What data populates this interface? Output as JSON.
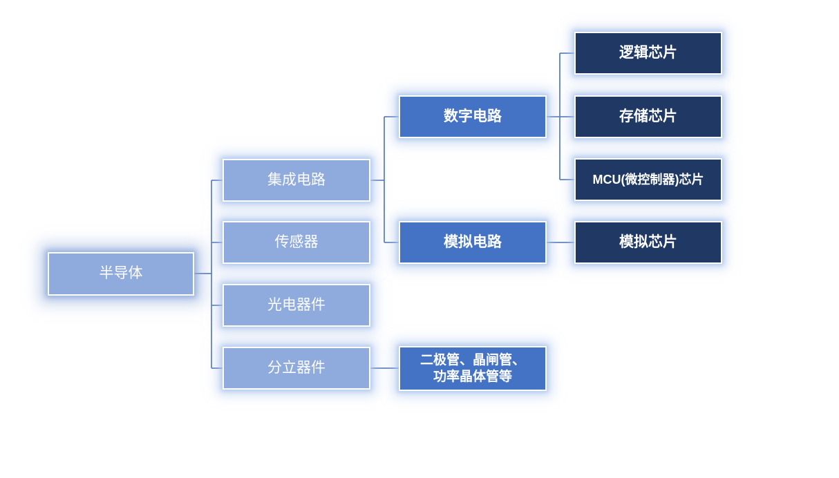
{
  "diagram": {
    "type": "hierarchy-tree",
    "orientation": "left-to-right",
    "background_color": "#FFFFFF",
    "colors": {
      "level1_fill": "#8FAADC",
      "level2_fill": "#8FAADC",
      "level3_fill": "#4472C4",
      "level4_fill": "#1F3864",
      "box_border": "#FFFFFF",
      "box_text": "#FFFFFF",
      "connector_line": "#5B7FBE",
      "glow": "#AEC6ED"
    },
    "nodes": {
      "root": {
        "label": "半导体",
        "level": 1
      },
      "ic": {
        "label": "集成电路",
        "level": 2
      },
      "sensor": {
        "label": "传感器",
        "level": 2
      },
      "opto": {
        "label": "光电器件",
        "level": 2
      },
      "discrete": {
        "label": "分立器件",
        "level": 2
      },
      "digital": {
        "label": "数字电路",
        "level": 3
      },
      "analog": {
        "label": "模拟电路",
        "level": 3
      },
      "diode": {
        "label": "二极管、晶闸管、功率晶体管等",
        "line1": "二极管、晶闸管、",
        "line2": "功率晶体管等",
        "level": 3
      },
      "logic": {
        "label": "逻辑芯片",
        "level": 4
      },
      "memory": {
        "label": "存储芯片",
        "level": 4
      },
      "mcu": {
        "label": "MCU(微控制器)芯片",
        "level": 4
      },
      "analog_chip": {
        "label": "模拟芯片",
        "level": 4
      }
    },
    "hierarchy": [
      {
        "parent": "半导体",
        "children": [
          "集成电路",
          "传感器",
          "光电器件",
          "分立器件"
        ]
      },
      {
        "parent": "集成电路",
        "children": [
          "数字电路",
          "模拟电路"
        ]
      },
      {
        "parent": "数字电路",
        "children": [
          "逻辑芯片",
          "存储芯片",
          "MCU(微控制器)芯片"
        ]
      },
      {
        "parent": "模拟电路",
        "children": [
          "模拟芯片"
        ]
      },
      {
        "parent": "分立器件",
        "children": [
          "二极管、晶闸管、功率晶体管等"
        ]
      }
    ]
  }
}
